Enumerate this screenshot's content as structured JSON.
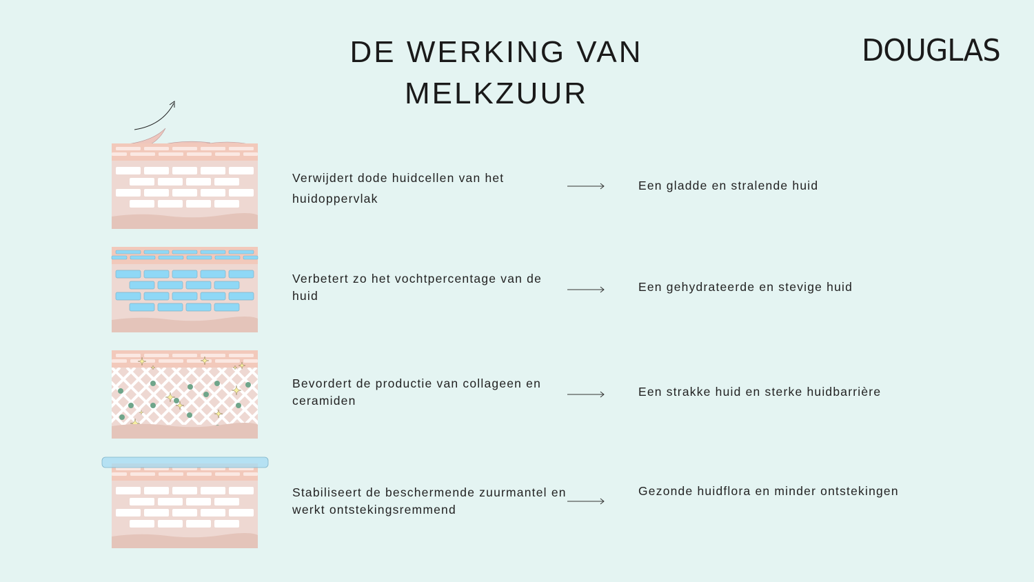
{
  "title": {
    "line1": "DE WERKING VAN",
    "line2": "MELKZUUR"
  },
  "logo": "DOUGLAS",
  "rows": [
    {
      "effect": "Verwijdert dode huidcellen van het huidoppervlak",
      "result": "Een gladde en stralende huid",
      "illustration": "exfoliation"
    },
    {
      "effect": "Verbetert zo het vochtpercentage van de huid",
      "result": "Een gehydrateerde en stevige huid",
      "illustration": "hydration"
    },
    {
      "effect": "Bevordert de productie van collageen en ceramiden",
      "result": "Een strakke huid en sterke huidbarrière",
      "illustration": "collagen"
    },
    {
      "effect": "Stabiliseert de beschermende zuurmantel en werkt ontstekingsremmend",
      "result": "Gezonde huidflora en minder ontstekingen",
      "illustration": "acid-mantle"
    }
  ],
  "colors": {
    "background": "#e4f4f2",
    "skin": "#eed8d2",
    "skin_top": "#f2c9bb",
    "skin_bottom": "#e4c4ba",
    "water": "#8fd8f6",
    "collagen_dot": "#6fa58a",
    "sparkle": "#f8f0a0"
  }
}
